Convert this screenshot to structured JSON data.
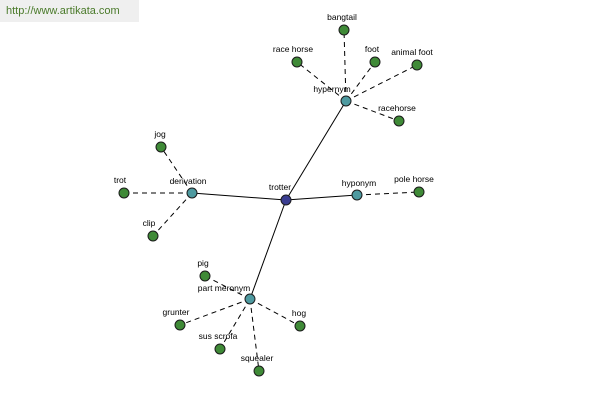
{
  "site_url": "http://www.artikata.com",
  "colors": {
    "center": "#3a3d91",
    "relation": "#4e9aa0",
    "leaf": "#3f8a37"
  },
  "graph": {
    "center": {
      "id": "trotter",
      "label": "trotter"
    },
    "relations": [
      {
        "id": "hypernym",
        "label": "hypernym"
      },
      {
        "id": "derivation",
        "label": "derivation"
      },
      {
        "id": "hyponym",
        "label": "hyponym"
      },
      {
        "id": "part-meronym",
        "label": "part meronym"
      }
    ],
    "leaves": [
      {
        "id": "bangtail",
        "label": "bangtail",
        "parent": "hypernym"
      },
      {
        "id": "race-horse",
        "label": "race horse",
        "parent": "hypernym"
      },
      {
        "id": "foot",
        "label": "foot",
        "parent": "hypernym"
      },
      {
        "id": "animal-foot",
        "label": "animal foot",
        "parent": "hypernym"
      },
      {
        "id": "racehorse",
        "label": "racehorse",
        "parent": "hypernym"
      },
      {
        "id": "jog",
        "label": "jog",
        "parent": "derivation"
      },
      {
        "id": "trot",
        "label": "trot",
        "parent": "derivation"
      },
      {
        "id": "clip",
        "label": "clip",
        "parent": "derivation"
      },
      {
        "id": "pole-horse",
        "label": "pole horse",
        "parent": "hyponym"
      },
      {
        "id": "pig",
        "label": "pig",
        "parent": "part-meronym"
      },
      {
        "id": "grunter",
        "label": "grunter",
        "parent": "part-meronym"
      },
      {
        "id": "hog",
        "label": "hog",
        "parent": "part-meronym"
      },
      {
        "id": "sus-scrofa",
        "label": "sus scrofa",
        "parent": "part-meronym"
      },
      {
        "id": "squealer",
        "label": "squealer",
        "parent": "part-meronym"
      }
    ]
  }
}
